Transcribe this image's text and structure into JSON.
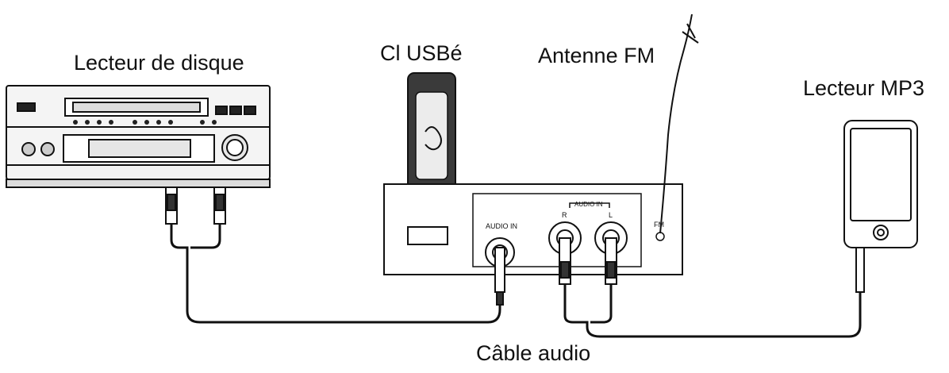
{
  "labels": {
    "disc_player": "Lecteur de disque",
    "usb_key": "Cl  USBé",
    "fm_antenna": "Antenne FM",
    "mp3_player": "Lecteur MP3",
    "audio_cable": "Câble audio"
  },
  "panel": {
    "audio_in_left": "AUDIO IN",
    "audio_in_group": "AUDIO IN",
    "right_channel": "R",
    "left_channel": "L",
    "fm_port": "FM"
  },
  "colors": {
    "line": "#111111",
    "device_fill": "#f4f4f4",
    "usb_body": "#3a3a3a"
  }
}
